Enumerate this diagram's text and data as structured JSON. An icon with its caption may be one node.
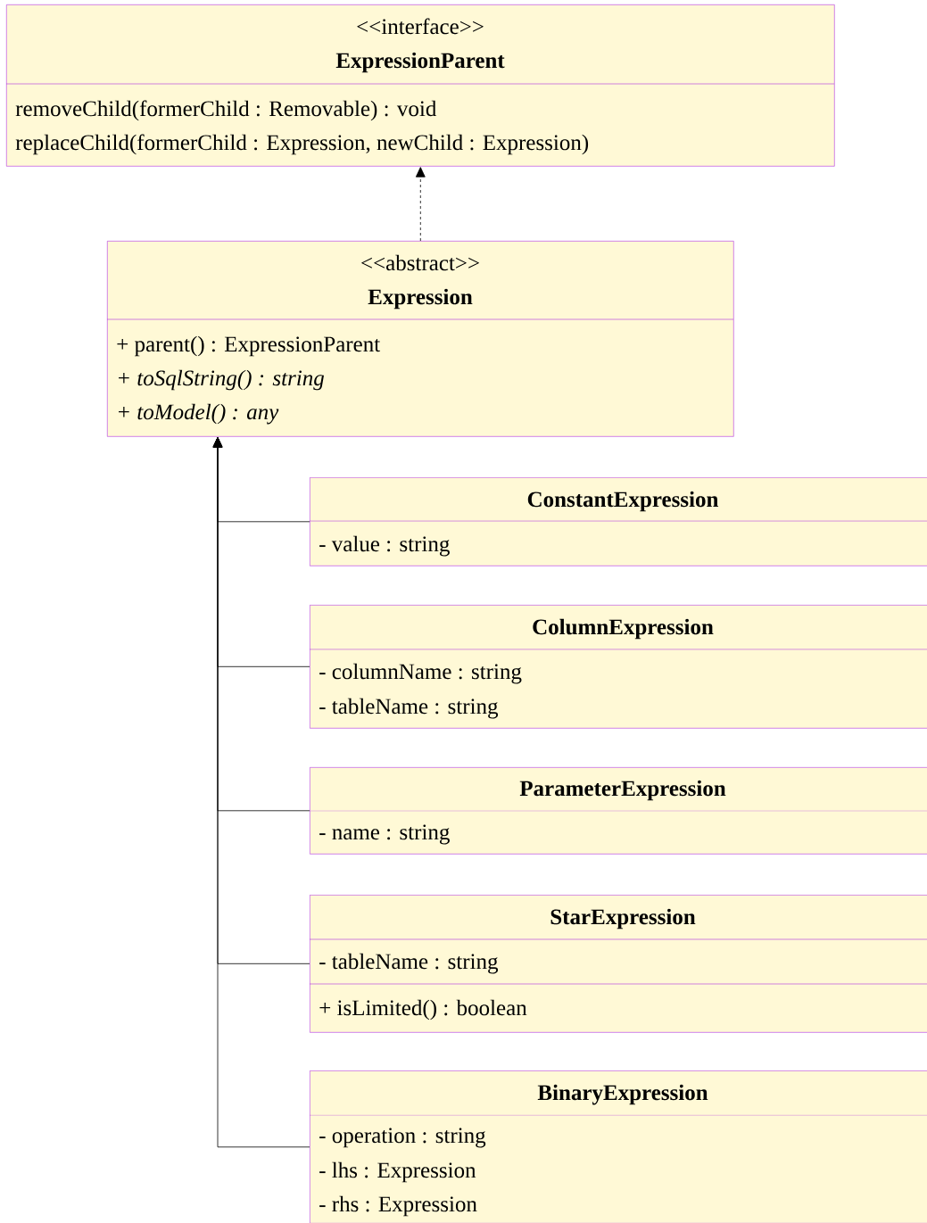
{
  "diagram": {
    "nodes": [
      {
        "text": [
          "<<interface>>",
          "ExpressionParent",
          "removeChild(formerChild : Removable) : void",
          "replaceChild(formerChild : Expression, newChild : Expression)"
        ]
      },
      {
        "text": [
          "<<abstract>>",
          "Expression",
          "+ parent() : ExpressionParent",
          "+ toSqlString() : string",
          "+ toModel() : any"
        ]
      },
      {
        "text": [
          "ConstantExpression",
          "- value : string"
        ]
      },
      {
        "text": [
          "ColumnExpression",
          "- columnName : string",
          "- tableName : string"
        ]
      },
      {
        "text": [
          "ParameterExpression",
          "- name : string"
        ]
      },
      {
        "text": [
          "StarExpression",
          "- tableName : string",
          "+ isLimited() : boolean"
        ]
      },
      {
        "text": [
          "BinaryExpression",
          "- operation : string",
          "- lhs : Expression",
          "- rhs : Expression"
        ]
      }
    ],
    "edges": [
      {
        "from": 1,
        "to": 0,
        "arrow": "to",
        "style": "dashed"
      },
      {
        "from": 2,
        "to": 1,
        "arrow": "to"
      },
      {
        "from": 3,
        "to": 1,
        "arrow": "to"
      },
      {
        "from": 4,
        "to": 1,
        "arrow": "to"
      },
      {
        "from": 5,
        "to": 1,
        "arrow": "to"
      },
      {
        "from": 6,
        "to": 1,
        "arrow": "to"
      }
    ]
  }
}
